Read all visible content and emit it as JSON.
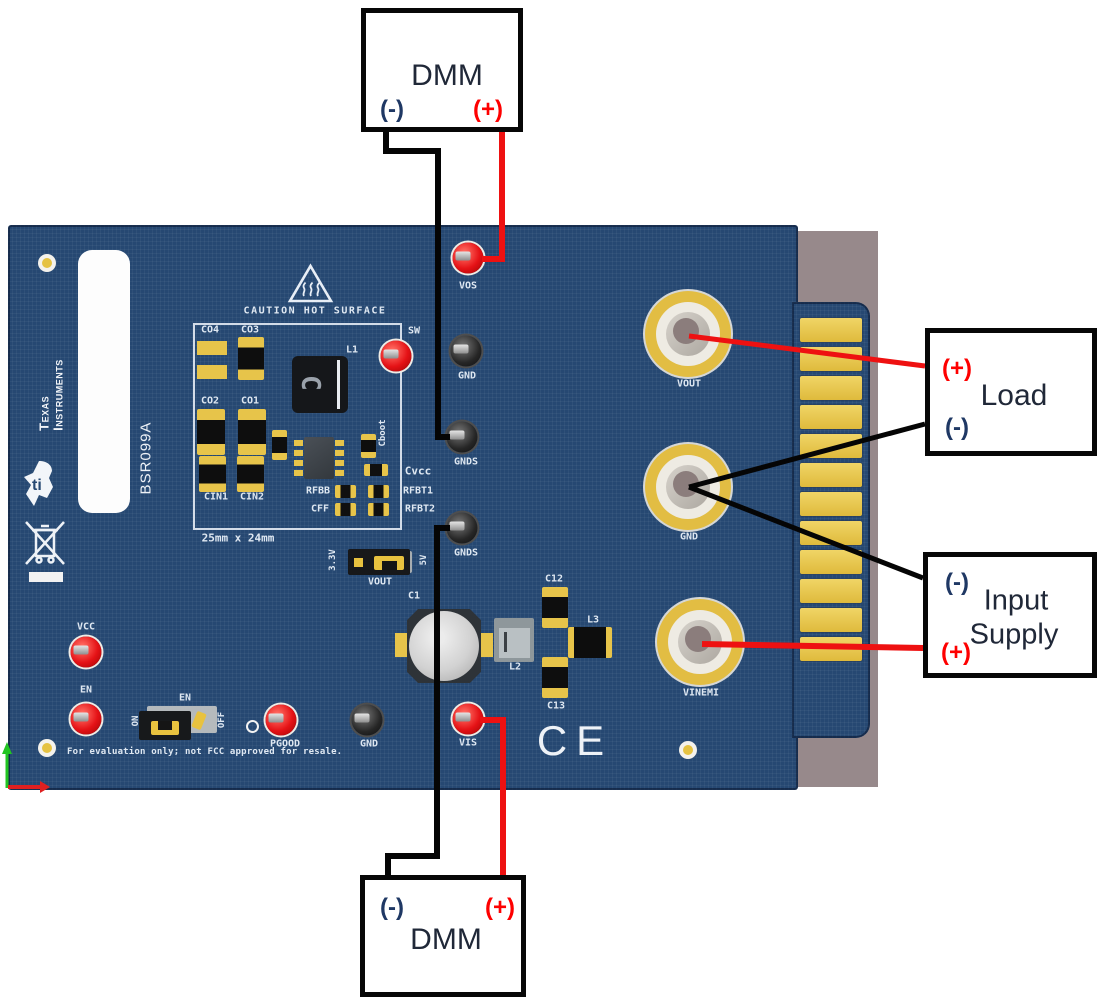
{
  "colors": {
    "board_blue": "#264872",
    "connector_gray": "#97898b",
    "gold": "#e7c44a",
    "silkscreen": "#dfe8f2",
    "wire_red": "#ee1111",
    "wire_black": "#050505",
    "testpoint_red": "#e51216",
    "minus_navy": "#1f3864",
    "plus_red": "#fe0000"
  },
  "icons": {
    "ti_logo": "texas-instruments-bug",
    "weee": "crossed-out-wheelie-bin",
    "hot_surface": "hot-surface-warning-triangle",
    "origin_axes": "render-origin-axes"
  },
  "instruments": {
    "dmm_top": {
      "name": "DMM",
      "neg": "(-)",
      "pos": "(+)"
    },
    "dmm_bottom": {
      "name": "DMM",
      "neg": "(-)",
      "pos": "(+)"
    },
    "load": {
      "name": "Load",
      "neg": "(-)",
      "pos": "(+)"
    },
    "input_supply": {
      "name_line1": "Input",
      "name_line2": "Supply",
      "neg": "(-)",
      "pos": "(+)"
    }
  },
  "board": {
    "part_number": "BSR099A",
    "brand": {
      "line1": "Texas",
      "line2": "Instruments"
    },
    "caution_text": "CAUTION HOT SURFACE",
    "module_dimensions": "25mm x 24mm",
    "eval_notice": "For evaluation only; not FCC approved for resale.",
    "ce_mark": "CE",
    "test_points": [
      {
        "label": "VOS"
      },
      {
        "label": "SW"
      },
      {
        "label": "GND"
      },
      {
        "label": "GNDS"
      },
      {
        "label": "GNDS"
      },
      {
        "label": "VCC"
      },
      {
        "label": "EN"
      },
      {
        "label": "PGOOD"
      },
      {
        "label": "GND"
      },
      {
        "label": "VIS"
      }
    ],
    "connectors": [
      {
        "label": "VOUT"
      },
      {
        "label": "GND"
      },
      {
        "label": "VINEMI"
      }
    ],
    "components": {
      "co4": "CO4",
      "co3": "CO3",
      "co2": "CO2",
      "co1": "CO1",
      "cin1": "CIN1",
      "cin2": "CIN2",
      "l1": "L1",
      "cboot": "Cboot",
      "cvcc": "Cvcc",
      "rfbb": "RFBB",
      "rfbt1": "RFBT1",
      "cff": "CFF",
      "rfbt2": "RFBT2",
      "c1": "C1",
      "l2": "L2",
      "c12": "C12",
      "l3": "L3",
      "c13": "C13"
    },
    "vout_jumper": {
      "left": "3.3V",
      "label": "VOUT",
      "right": "5V"
    },
    "en_switch": {
      "label": "EN",
      "on": "ON",
      "off": "OFF"
    }
  }
}
